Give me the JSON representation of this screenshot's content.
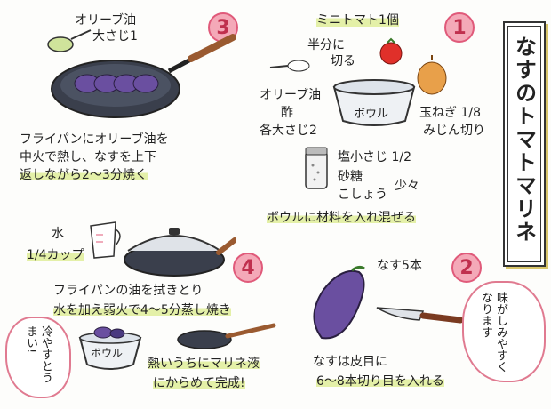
{
  "title": "なすのトマトマリネ",
  "steps": {
    "s1": {
      "num": "1",
      "tomato": "ミニトマト1個",
      "half": "半分に",
      "cut": "切る",
      "oil": "オリーブ油",
      "vinegar": "酢",
      "each": "各大さじ2",
      "bowl": "ボウル",
      "onion1": "玉ねぎ 1/8",
      "onion2": "みじん切り",
      "salt": "塩小さじ 1/2",
      "sugar": "砂糖",
      "pepper": "こしょう",
      "pinch": "少々",
      "caption": "ボウルに材料を入れ混ぜる"
    },
    "s2": {
      "num": "2",
      "eggplant": "なす5本",
      "cap1": "なすは皮目に",
      "cap2": "6〜8本切り目を入れる",
      "bubble": "味がしみやすくなります"
    },
    "s3": {
      "num": "3",
      "oil1": "オリーブ油",
      "oil2": "大さじ1",
      "cap1": "フライパンにオリーブ油を",
      "cap2": "中火で熱し、なすを上下",
      "cap3": "返しながら2〜3分焼く"
    },
    "s4": {
      "num": "4",
      "water1": "水",
      "water2": "1/4カップ",
      "cap1": "フライパンの油を拭きとり",
      "cap2": "水を加え弱火で4〜5分蒸し焼き",
      "bowl": "ボウル",
      "final1": "熱いうちにマリネ液",
      "final2": "にからめて完成!",
      "bubble": "冷やすとうまい!"
    }
  },
  "colors": {
    "accent_pink": "#e05a7a",
    "highlight": "#e4f0a8",
    "eggplant": "#6a4fa0",
    "tomato": "#e0302a"
  }
}
